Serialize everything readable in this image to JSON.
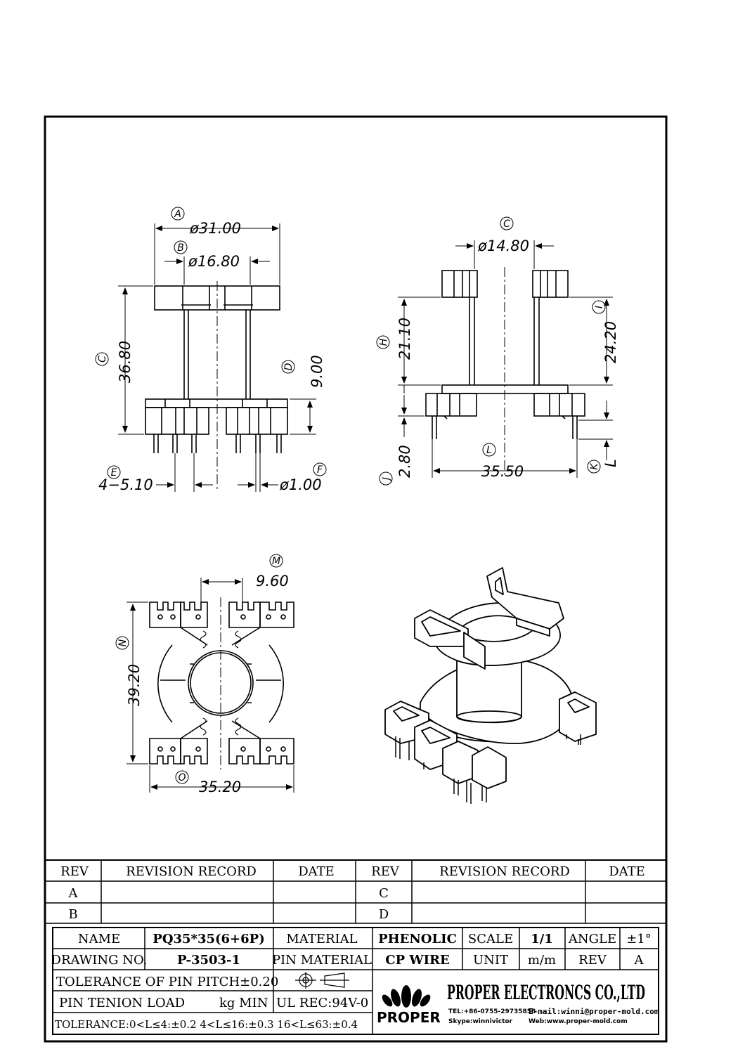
{
  "views": {
    "front": {
      "dim_a": "ø31.00",
      "dim_b": "ø16.80",
      "dim_c": "36.80",
      "dim_d": "9.00",
      "dim_e": "4−5.10",
      "dim_f": "ø1.00",
      "labels": [
        "A",
        "B",
        "C",
        "D",
        "E",
        "F"
      ]
    },
    "side": {
      "dim_c": "ø14.80",
      "dim_h": "21.10",
      "dim_i": "24.20",
      "dim_j": "2.80",
      "dim_l": "35.50",
      "dim_k": "L",
      "labels": [
        "C",
        "H",
        "I",
        "J",
        "L",
        "K"
      ]
    },
    "bottom": {
      "dim_m": "9.60",
      "dim_n": "39.20",
      "dim_o": "35.20",
      "labels": [
        "M",
        "N",
        "O"
      ]
    }
  },
  "revision_table": {
    "headers": [
      "REV",
      "REVISION RECORD",
      "DATE",
      "REV",
      "REVISION RECORD",
      "DATE"
    ],
    "rows": [
      {
        "rev_left": "A",
        "rev_right": "C"
      },
      {
        "rev_left": "B",
        "rev_right": "D"
      }
    ]
  },
  "title_block": {
    "name_label": "NAME",
    "name_value": "PQ35*35(6+6P)",
    "material_label": "MATERIAL",
    "material_value": "PHENOLIC",
    "scale_label": "SCALE",
    "scale_value": "1/1",
    "angle_label": "ANGLE",
    "angle_value": "±1°",
    "drawing_no_label": "DRAWING NO.",
    "drawing_no_value": "P-3503-1",
    "pin_material_label": "PIN MATERIAL",
    "pin_material_value": "CP WIRE",
    "unit_label": "UNIT",
    "unit_value": "m/m",
    "rev_label": "REV",
    "rev_value": "A",
    "pin_pitch": "TOLERANCE OF PIN PITCH±0.20",
    "pin_load_label": "PIN TENION LOAD",
    "pin_load_value": "kg MIN",
    "ul_rec": "UL REC:94V-0",
    "tolerance": "TOLERANCE:0<L≤4:±0.2  4<L≤16:±0.3  16<L≤63:±0.4",
    "logo_text": "PROPER",
    "company": "PROPER ELECTRONCS CO.,LTD",
    "tel": "TEL:+86-0755-29735858",
    "skype": "Skype:winnivictor",
    "email": "E-mail:winni@proper-mold.com",
    "web": "Web:www.proper-mold.com"
  }
}
